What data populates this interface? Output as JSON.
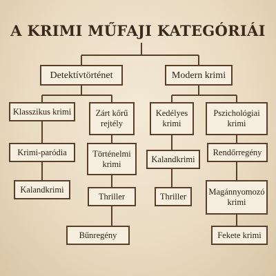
{
  "title": "A KRIMI MŰFAJI KATEGÓRIÁI",
  "branches": [
    {
      "label": "Detektívtörténet",
      "children": [
        {
          "label": "Klasszikus krimi",
          "items": [
            "Krimi-paródia",
            "Kalandkrimi"
          ]
        },
        {
          "label": "Zárt kőrű rejtély",
          "items": [
            "Történelmi krimi",
            "Thriller",
            "Bűnregény"
          ]
        }
      ]
    },
    {
      "label": "Modern krimi",
      "children": [
        {
          "label": "Kedélyes krimi",
          "items": [
            "Kalandkrimi",
            "Thriller"
          ]
        },
        {
          "label": "Pszichológiai krimi",
          "items": [
            "Rendőrregény",
            "Magánnyomozó krimi",
            "Fekete krimi"
          ]
        }
      ]
    }
  ],
  "colors": {
    "background": "#eadcc3",
    "box_fill": "#f6eedf",
    "border": "#5a3f28",
    "line": "#5a3f28",
    "text": "#2e2115"
  }
}
